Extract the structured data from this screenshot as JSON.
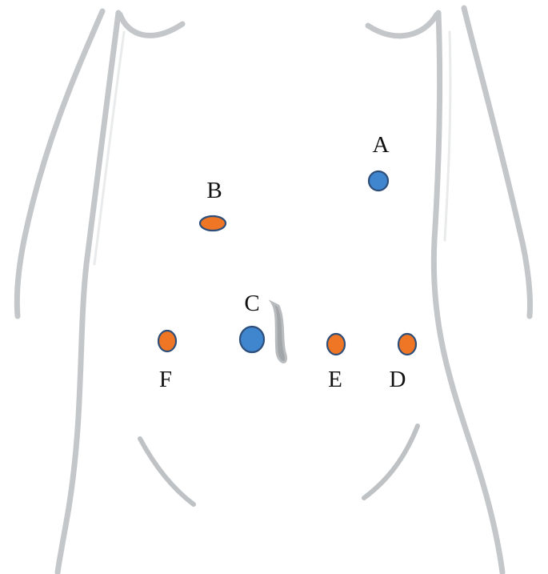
{
  "colors": {
    "blue_port": "#3f86cf",
    "orange_port": "#ee7624",
    "outline": "#2e4e7a",
    "body_line": "#c4c7c9"
  },
  "ports": [
    {
      "id": "A",
      "label": "A",
      "color": "blue"
    },
    {
      "id": "B",
      "label": "B",
      "color": "orange"
    },
    {
      "id": "C",
      "label": "C",
      "color": "blue"
    },
    {
      "id": "D",
      "label": "D",
      "color": "orange"
    },
    {
      "id": "E",
      "label": "E",
      "color": "orange"
    },
    {
      "id": "F",
      "label": "F",
      "color": "orange"
    }
  ]
}
